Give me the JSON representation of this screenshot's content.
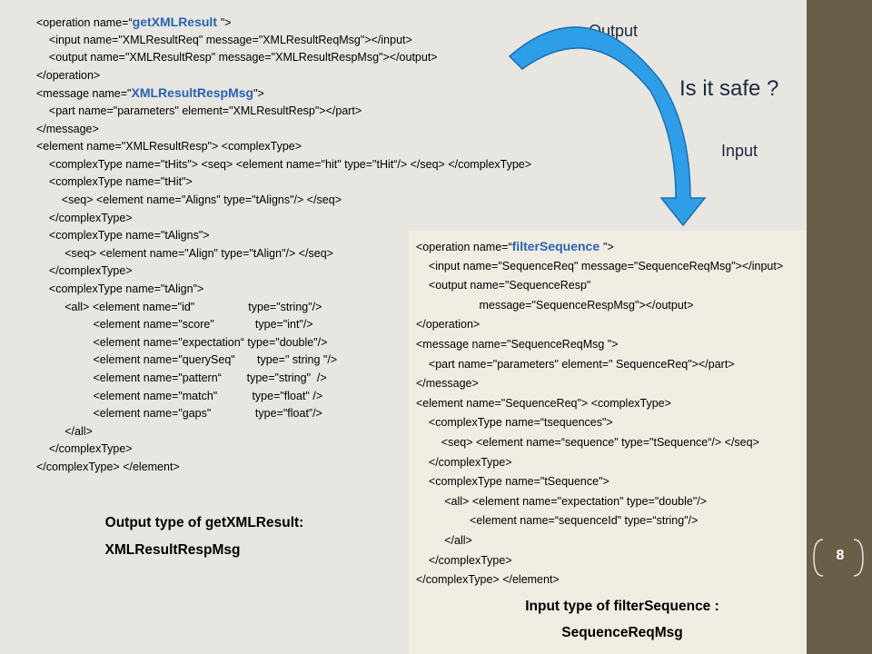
{
  "left_code": [
    [
      "<operation name=“",
      "getXMLResult ",
      "\">"
    ],
    [
      "    <input name=\"XMLResultReq\" message=\"XMLResultReqMsg\"></input>"
    ],
    [
      "    <output name=\"XMLResultResp\" message=\"XMLResultRespMsg\"></output>"
    ],
    [
      "</operation>"
    ],
    [
      "<message name=\"",
      "XMLResultRespMsg",
      "\">"
    ],
    [
      "    <part name=\"parameters\" element=\"XMLResultResp\"></part>"
    ],
    [
      "</message>"
    ],
    [
      "<element name=\"XMLResultResp\"> <complexType>"
    ],
    [
      "    <complexType name=\"tHits\"> <seq> <element name=\"hit\" type=\"tHit“/> </seq> </complexType>"
    ],
    [
      "    <complexType name=\"tHit\">"
    ],
    [
      "        <seq> <element name=\"Aligns\" type=\"tAligns\"/> </seq>"
    ],
    [
      "    </complexType>"
    ],
    [
      "    <complexType name=\"tAligns\">"
    ],
    [
      "         <seq> <element name=\"Align\" type=\"tAlign\"/> </seq>"
    ],
    [
      "    </complexType>"
    ],
    [
      "    <complexType name=\"tAlign\">"
    ],
    [
      "         <all> <element name=\"id\"                 type=\"string\"/>"
    ],
    [
      "                  <element name=\"score\"             type=\"int\"/>"
    ],
    [
      "                  <element name=\"expectation“ type=\"double\"/>"
    ],
    [
      "                  <element name=\"querySeq\"       type=\" string \"/>"
    ],
    [
      "                  <element name=\"pattern“        type=\"string\"  />"
    ],
    [
      "                  <element name=\"match\"           type=\"float\" />"
    ],
    [
      "                  <element name=\"gaps\"              type=\"float”/>"
    ],
    [
      "         </all>"
    ],
    [
      "    </complexType>"
    ],
    [
      "</complexType> </element>"
    ]
  ],
  "right_code": [
    [
      "<operation name=“",
      "filterSequence ",
      "\">"
    ],
    [
      "    <input name=\"SequenceReq\" message=\"SequenceReqMsg\"></input>"
    ],
    [
      "    <output name=\"SequenceResp\""
    ],
    [
      "                    message=\"SequenceRespMsg\"></output>"
    ],
    [
      "</operation>"
    ],
    [
      "<message name=\"SequenceReqMsg \">"
    ],
    [
      "    <part name=\"parameters\" element=\" SequenceReq\"></part>"
    ],
    [
      "</message>"
    ],
    [
      "<element name=\"SequenceReq\"> <complexType>"
    ],
    [
      "    <complexType name=“tsequences\">"
    ],
    [
      "        <seq> <element name=“sequence\" type=\"tSequence“/> </seq>"
    ],
    [
      "    </complexType>"
    ],
    [
      "    <complexType name=\"tSequence\">"
    ],
    [
      "         <all> <element name=\"expectation\" type=\"double\"/>"
    ],
    [
      "                 <element name=“sequenceId\" type=“string\"/>"
    ],
    [
      "         </all>"
    ],
    [
      "    </complexType>"
    ],
    [
      "</complexType> </element>"
    ]
  ],
  "left_caption": [
    "Output type of getXMLResult:",
    "XMLResultRespMsg"
  ],
  "right_caption": [
    "Input type of filterSequence :",
    "SequenceReqMsg"
  ],
  "output_label": "Output",
  "input_label": "Input",
  "question": "Is it safe ?",
  "page_number": "8",
  "colors": {
    "sidebar": "#6b5e48",
    "arrow": "#2f9ee8",
    "highlight": "#2a63b0"
  }
}
